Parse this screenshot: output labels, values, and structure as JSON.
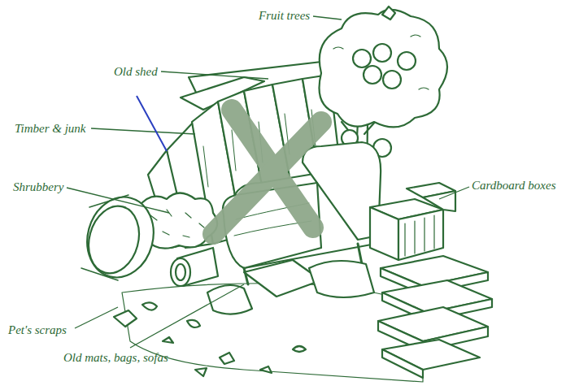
{
  "diagram": {
    "labels": [
      "Fruit trees",
      "Old shed",
      "Timber & junk",
      "Shrubbery",
      "Cardboard boxes",
      "Pet's scraps",
      "Old mats, bags, sofas"
    ]
  }
}
